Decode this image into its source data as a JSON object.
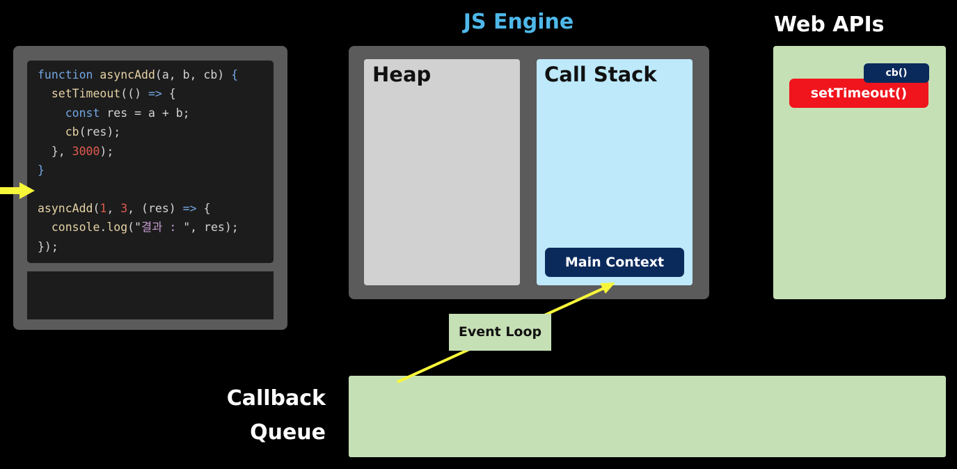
{
  "code": {
    "lines": [
      [
        [
          "kw",
          "function "
        ],
        [
          "fn",
          "asyncAdd"
        ],
        [
          "pl",
          "(a, b, cb) "
        ],
        [
          "kw",
          "{"
        ]
      ],
      [
        [
          "pl",
          "  "
        ],
        [
          "fn",
          "setTimeout"
        ],
        [
          "pl",
          "(() "
        ],
        [
          "kw",
          "=>"
        ],
        [
          "pl",
          " {"
        ]
      ],
      [
        [
          "pl",
          "    "
        ],
        [
          "kw",
          "const "
        ],
        [
          "pl",
          "res = a + b;"
        ]
      ],
      [
        [
          "pl",
          "    "
        ],
        [
          "fn",
          "cb"
        ],
        [
          "pl",
          "(res);"
        ]
      ],
      [
        [
          "pl",
          "  }, "
        ],
        [
          "num",
          "3000"
        ],
        [
          "pl",
          ");"
        ]
      ],
      [
        [
          "kw",
          "}"
        ]
      ],
      [
        [
          "pl",
          ""
        ]
      ],
      [
        [
          "fn",
          "asyncAdd"
        ],
        [
          "pl",
          "("
        ],
        [
          "num",
          "1"
        ],
        [
          "pl",
          ", "
        ],
        [
          "num",
          "3"
        ],
        [
          "pl",
          ", (res) "
        ],
        [
          "kw",
          "=>"
        ],
        [
          "pl",
          " {"
        ]
      ],
      [
        [
          "pl",
          "  "
        ],
        [
          "fn",
          "console"
        ],
        [
          "pl",
          "."
        ],
        [
          "fn",
          "log"
        ],
        [
          "pl",
          "(\""
        ],
        [
          "str",
          "결과 : "
        ],
        [
          "pl",
          "\", res);"
        ]
      ],
      [
        [
          "pl",
          "});"
        ]
      ]
    ],
    "pointer_line": 6
  },
  "engine": {
    "title": "JS Engine",
    "heap_label": "Heap",
    "stack_label": "Call Stack",
    "stack_items": [
      "Main Context"
    ]
  },
  "web_apis": {
    "title": "Web APIs",
    "timer_label": "setTimeout()",
    "callback_label": "cb()"
  },
  "queue": {
    "title_line1": "Callback",
    "title_line2": "Queue"
  },
  "event_loop_label": "Event Loop",
  "colors": {
    "background": "#000000",
    "panel": "#5b5b5b",
    "code_bg": "#1c1c1c",
    "heap": "#d2d1d1",
    "call_stack": "#bde9fa",
    "green_box": "#c6e0b5",
    "navy_block": "#0b2a5c",
    "red_block": "#f0141c",
    "title_blue": "#4fb8ea",
    "arrow_yellow": "#f7f73a"
  }
}
